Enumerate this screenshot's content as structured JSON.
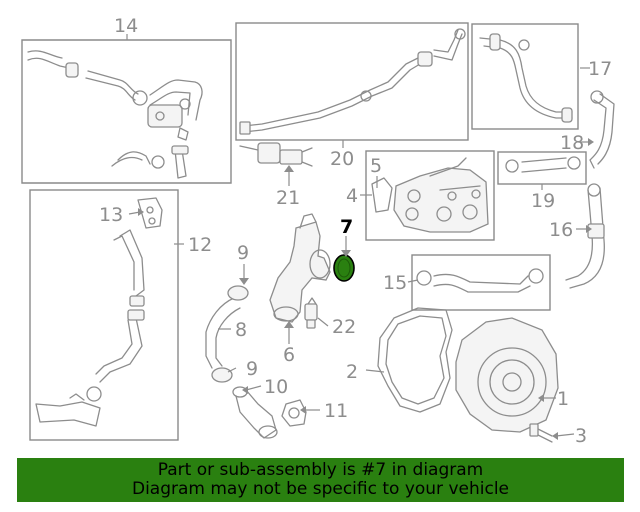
{
  "callouts": {
    "c1": "1",
    "c2": "2",
    "c3": "3",
    "c4": "4",
    "c5": "5",
    "c6": "6",
    "c7": "7",
    "c8": "8",
    "c9a": "9",
    "c9b": "9",
    "c10": "10",
    "c11": "11",
    "c12": "12",
    "c13": "13",
    "c14": "14",
    "c15": "15",
    "c16": "16",
    "c17": "17",
    "c18": "18",
    "c19": "19",
    "c20": "20",
    "c21": "21",
    "c22": "22"
  },
  "highlighted_part": "7",
  "colors": {
    "highlight_part": "#2a8010",
    "banner": "#2a8010",
    "line_art": "#8d8d8d"
  },
  "banner": {
    "line1": "Part or sub-assembly is #7 in diagram",
    "line2": "Diagram may not be specific to your vehicle"
  }
}
